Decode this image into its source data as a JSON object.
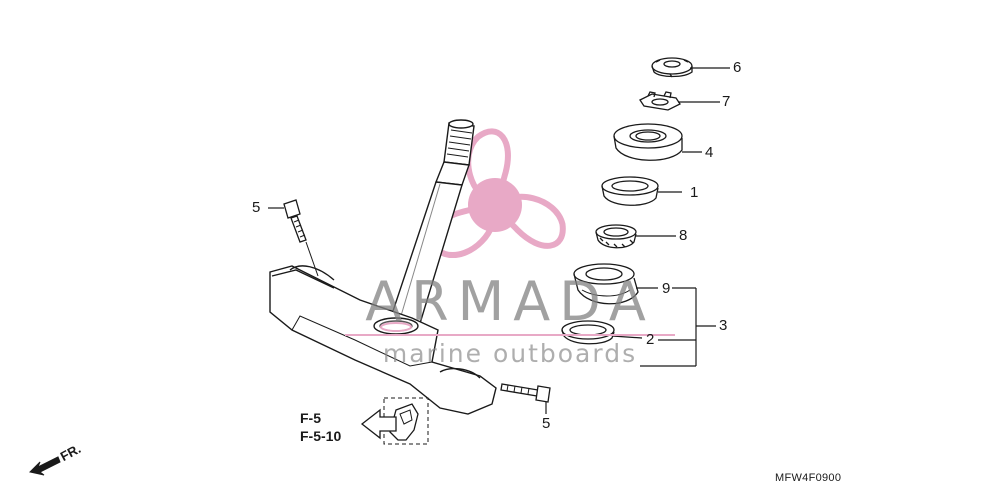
{
  "diagram": {
    "direction_label": "FR.",
    "drawing_code": "MFW4F0900",
    "callouts": {
      "p1": "1",
      "p2": "2",
      "p3": "3",
      "p4": "4",
      "p5_upper": "5",
      "p5_lower": "5",
      "p6": "6",
      "p7": "7",
      "p8": "8",
      "p9": "9"
    },
    "references": [
      "F-5",
      "F-5-10"
    ]
  },
  "watermark": {
    "brand": "ARMADA",
    "tagline": "marine outboards",
    "logo_color": "#e8a9c6"
  }
}
